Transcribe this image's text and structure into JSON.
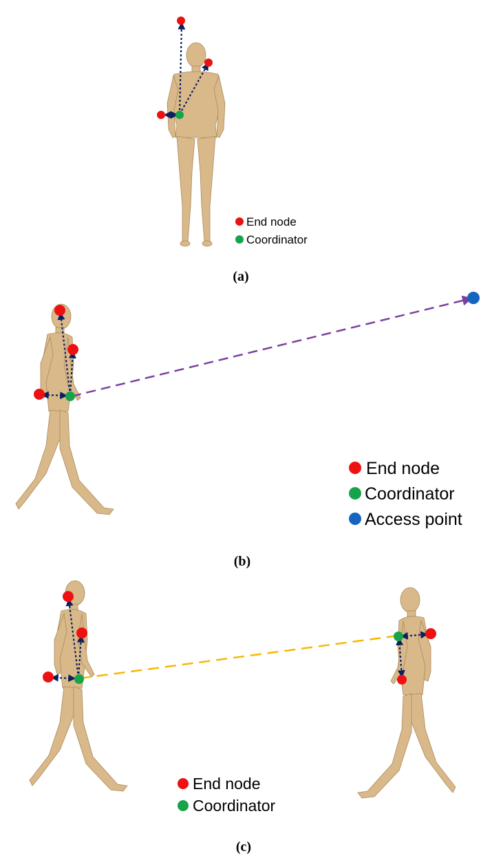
{
  "panels": [
    {
      "id": "a",
      "label": "(a)",
      "legend": [
        {
          "text": "End node",
          "color": "#ee1111"
        },
        {
          "text": "Coordinator",
          "color": "#16a34a"
        }
      ]
    },
    {
      "id": "b",
      "label": "(b)",
      "legend": [
        {
          "text": "End node",
          "color": "#ee1111"
        },
        {
          "text": "Coordinator",
          "color": "#16a34a"
        },
        {
          "text": "Access point",
          "color": "#1565c0"
        }
      ],
      "link_color": "#7b3fa0"
    },
    {
      "id": "c",
      "label": "(c)",
      "legend": [
        {
          "text": "End node",
          "color": "#ee1111"
        },
        {
          "text": "Coordinator",
          "color": "#16a34a"
        }
      ],
      "link_color": "#f5b800"
    }
  ],
  "colors": {
    "end_node": "#ee1111",
    "coordinator": "#16a34a",
    "access_point": "#1565c0",
    "body_link": "#0d1f5c",
    "skin": "#d9b98a"
  }
}
